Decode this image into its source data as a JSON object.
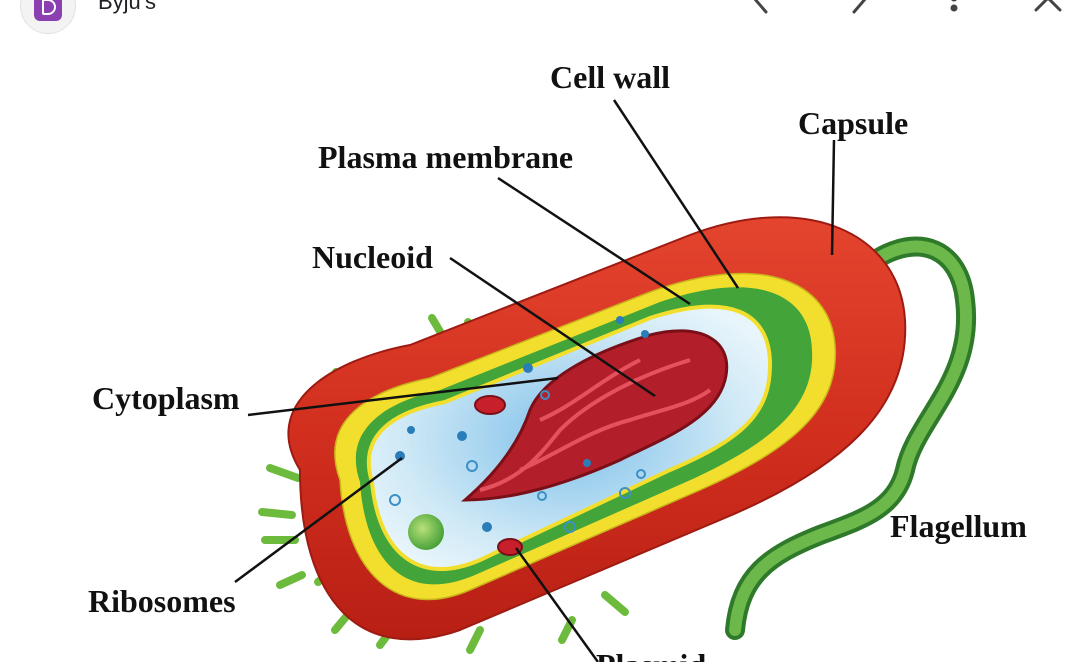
{
  "header": {
    "source_name": "Byju's",
    "icons": [
      "app-logo-icon",
      "back-chevron-icon",
      "forward-chevron-icon",
      "more-vertical-icon",
      "close-icon"
    ]
  },
  "diagram": {
    "labels": {
      "cell_wall": "Cell wall",
      "capsule": "Capsule",
      "plasma_membrane": "Plasma membrane",
      "nucleoid": "Nucleoid",
      "cytoplasm": "Cytoplasm",
      "flagellum": "Flagellum",
      "ribosomes": "Ribosomes",
      "plasmid": "Plasmid"
    },
    "colors": {
      "capsule": "#d22f1f",
      "cell_wall": "#43a43a",
      "membrane": "#f2df2d",
      "cytoplasm": "#cfe9f6",
      "nucleoid": "#c4202a",
      "flagellum": "#4f9a3b"
    }
  }
}
